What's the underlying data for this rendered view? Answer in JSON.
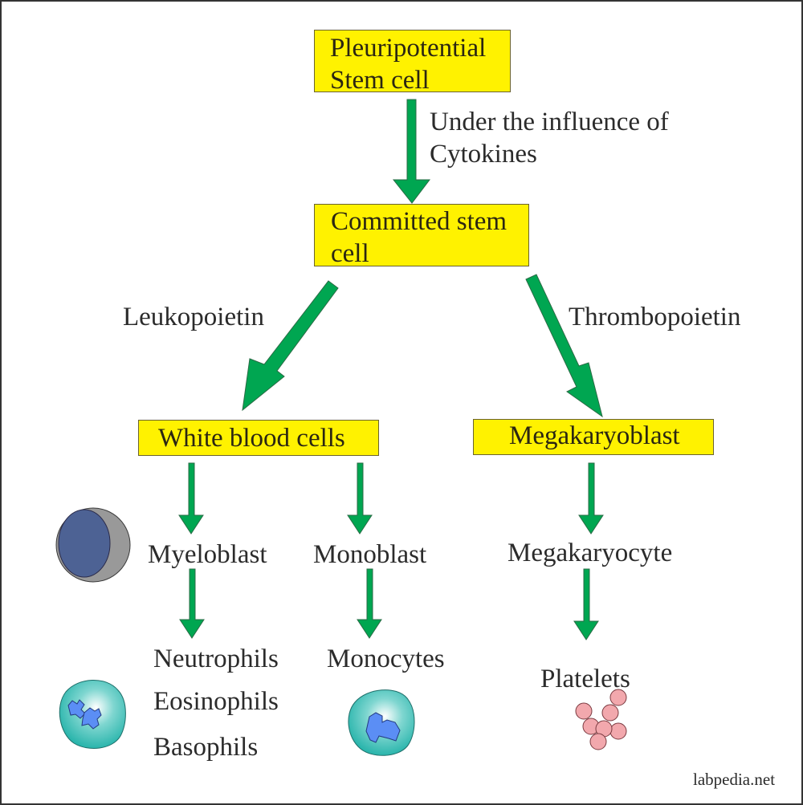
{
  "colors": {
    "box_fill": "#fff200",
    "arrow_fill": "#00a651",
    "arrow_stroke": "#2a6b45",
    "myeloblast_nucleus": "#4d6294",
    "myeloblast_cytoplasm": "#999999",
    "cell_cytoplasm": "#2ab5ac",
    "cell_nucleus": "#5b8ef5",
    "platelet_fill": "#f2a8ad"
  },
  "nodes": {
    "pleuripotential": {
      "line1": "Pleuripotential",
      "line2": "Stem cell"
    },
    "committed": {
      "line1": "Committed stem",
      "line2": "cell"
    },
    "wbc": {
      "label": "White blood cells"
    },
    "megakaryoblast": {
      "label": "Megakaryoblast"
    }
  },
  "edge_labels": {
    "cytokines": {
      "line1": "Under the influence of",
      "line2": "Cytokines"
    },
    "leukopoietin": "Leukopoietin",
    "thrombopoietin": "Thrombopoietin"
  },
  "cells": {
    "myeloblast": "Myeloblast",
    "monoblast": "Monoblast",
    "megakaryocyte": "Megakaryocyte",
    "granulocytes": [
      "Neutrophils",
      "Eosinophils",
      "Basophils"
    ],
    "monocytes": "Monocytes",
    "platelets": "Platelets"
  },
  "watermark": "labpedia.net"
}
